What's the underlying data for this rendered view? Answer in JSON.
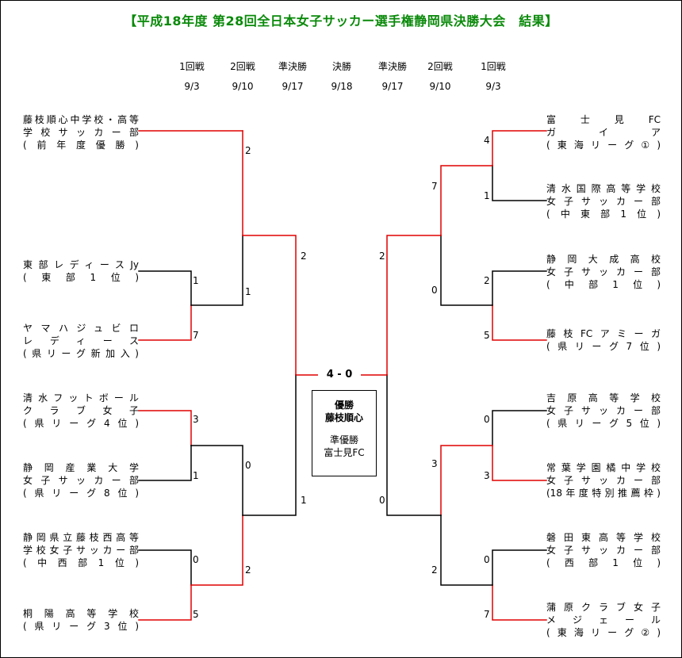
{
  "title": "【平成18年度 第28回全日本女子サッカー選手権静岡県決勝大会　結果】",
  "rounds": [
    {
      "name": "1回戦",
      "date": "9/3"
    },
    {
      "name": "2回戦",
      "date": "9/10"
    },
    {
      "name": "準決勝",
      "date": "9/17"
    },
    {
      "name": "決勝",
      "date": "9/18"
    },
    {
      "name": "準決勝",
      "date": "9/17"
    },
    {
      "name": "2回戦",
      "date": "9/10"
    },
    {
      "name": "1回戦",
      "date": "9/3"
    }
  ],
  "left_teams": [
    [
      "藤枝順心中学校・高等",
      "学校サッカー部",
      "(前年度優勝)"
    ],
    [
      "東部レディースJy",
      "(東部1位)"
    ],
    [
      "ヤマハジュビロ",
      "レディース",
      "(県リーグ新加入)"
    ],
    [
      "清水フットボール",
      "クラブ女子",
      "(県リーグ4位)"
    ],
    [
      "静岡産業大学",
      "女子サッカー部",
      "(県リーグ8位)"
    ],
    [
      "静岡県立藤枝西高等",
      "学校女子サッカー部",
      "(中西部1位)"
    ],
    [
      "桐陽高等学校",
      "(県リーグ3位)"
    ]
  ],
  "right_teams": [
    [
      "富士見FC",
      "ガイア",
      "(東海リーグ①)"
    ],
    [
      "清水国際高等学校",
      "女子サッカー部",
      "(中東部1位)"
    ],
    [
      "静岡大成高校",
      "女子サッカー部",
      "(中部1位)"
    ],
    [
      "藤枝FCアミーガ",
      "(県リーグ7位)"
    ],
    [
      "吉原高等学校",
      "女子サッカー部",
      "(県リーグ5位)"
    ],
    [
      "常葉学園橘中学校",
      "女子サッカー部",
      "(18年度特別推薦枠)"
    ],
    [
      "磐田東高等学校",
      "女子サッカー部",
      "(西部1位)"
    ],
    [
      "蒲原クラブ女子",
      "メジェール",
      "(東海リーグ②)"
    ]
  ],
  "left_scores": {
    "r1": [
      "1",
      "7",
      "3",
      "1",
      "0",
      "5"
    ],
    "r2": [
      "2",
      "1",
      "0",
      "2"
    ],
    "sf": [
      "2",
      "1"
    ]
  },
  "right_scores": {
    "r1": [
      "4",
      "1",
      "2",
      "5",
      "0",
      "3",
      "0",
      "7"
    ],
    "r2": [
      "7",
      "0",
      "3",
      "2"
    ],
    "sf": [
      "2",
      "0"
    ]
  },
  "final_score": "4 - 0",
  "champion_label": "優勝",
  "champion": "藤枝順心",
  "runner_up_label": "準優勝",
  "runner_up": "富士見FC",
  "colors": {
    "winner_line": "#e00000",
    "loser_line": "#000000",
    "title": "#0a8a0a"
  }
}
